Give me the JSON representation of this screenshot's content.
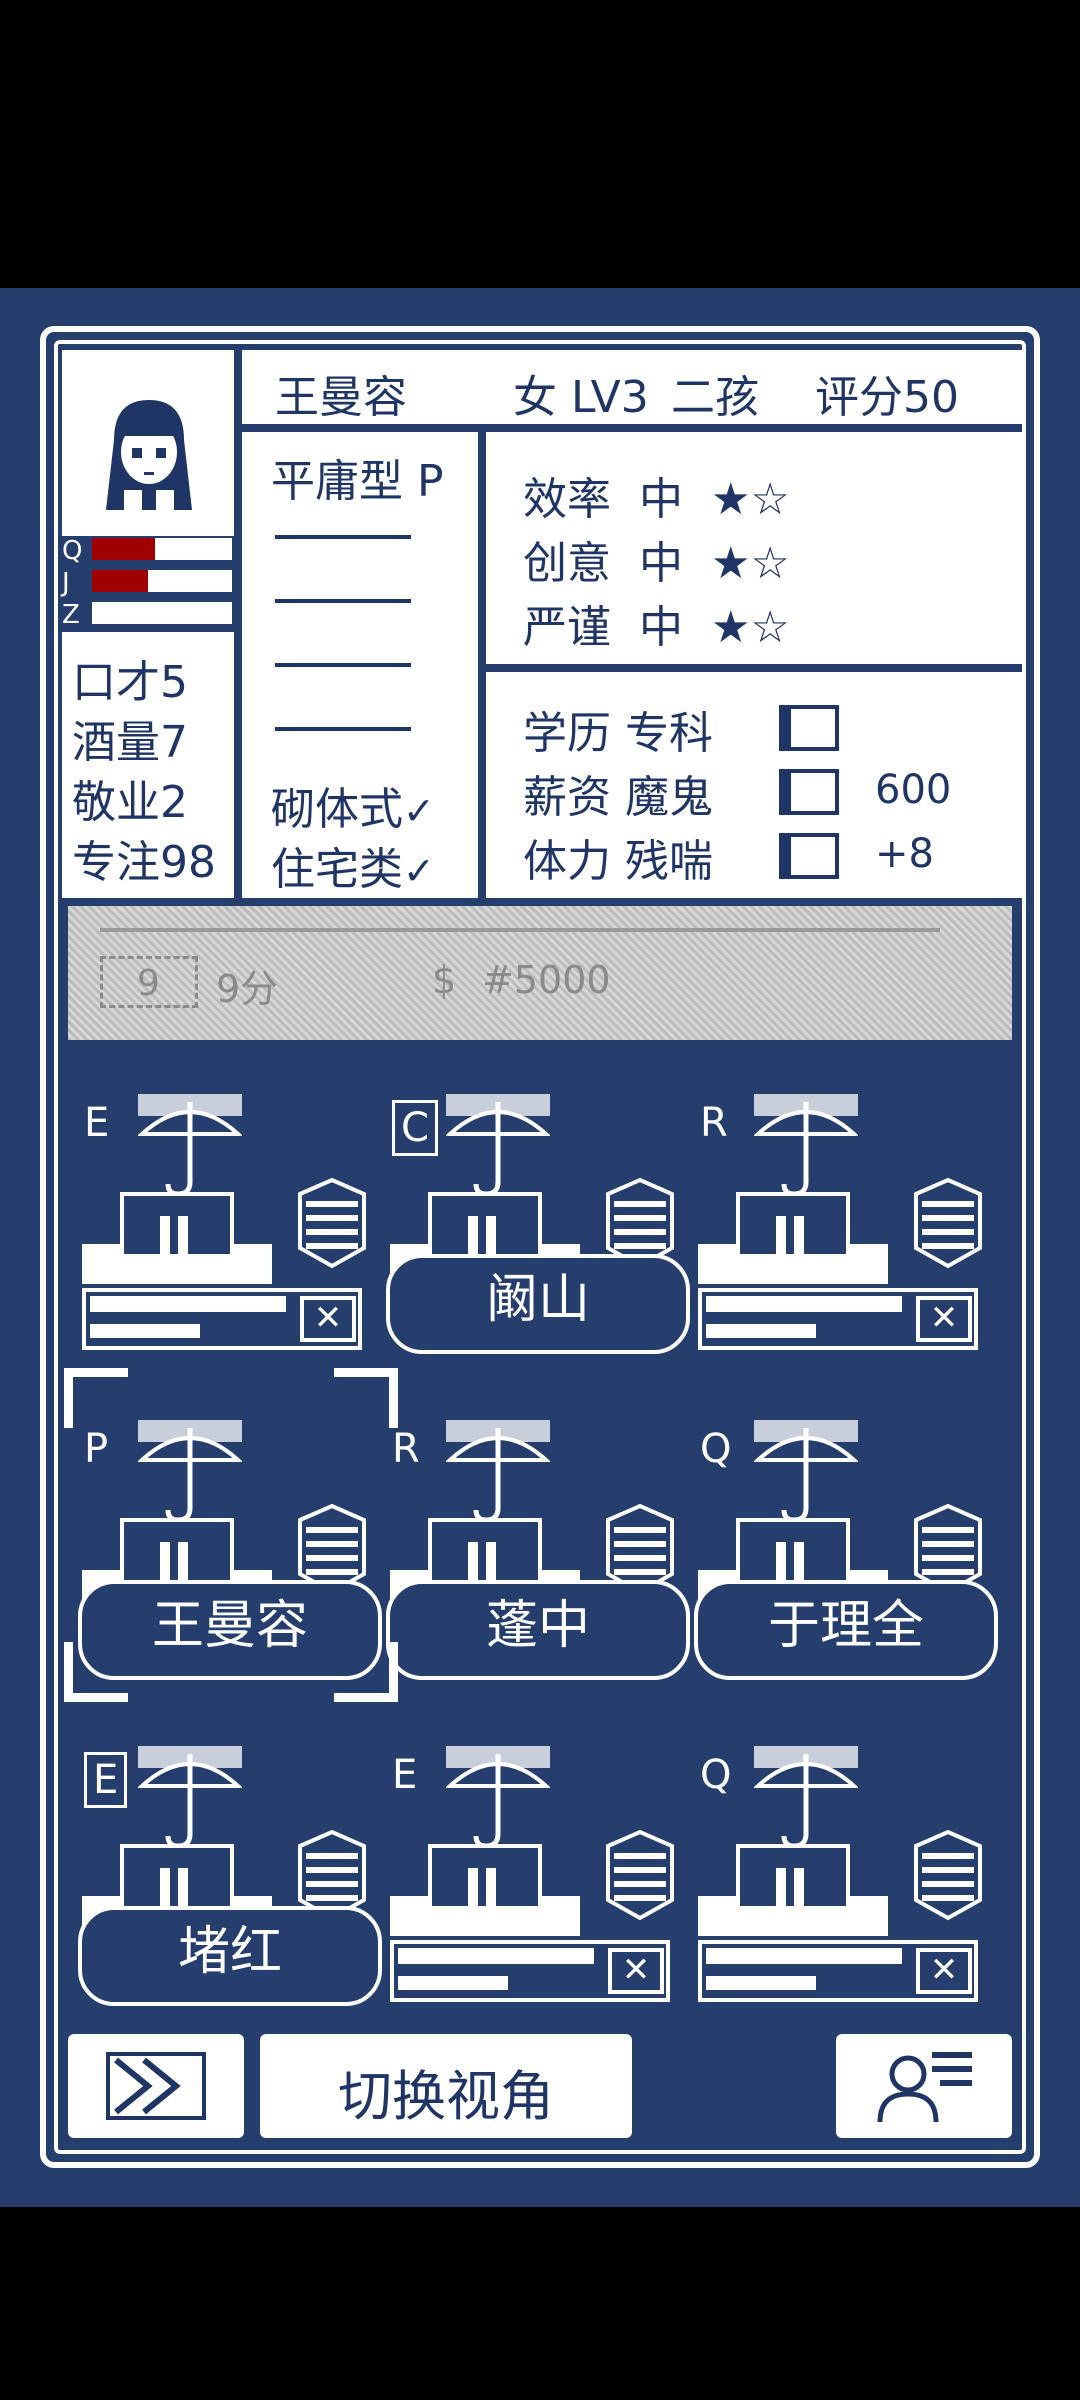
{
  "profile": {
    "name": "王曼容",
    "gender_level": "女 LV3",
    "title": "二孩",
    "score": "评分50",
    "type": "平庸型 P",
    "traits_checked": [
      "砌体式",
      "住宅类"
    ],
    "bars": [
      {
        "label": "Q",
        "fill": 0.45
      },
      {
        "label": "J",
        "fill": 0.4
      },
      {
        "label": "Z",
        "fill": 0.0
      }
    ],
    "skills": [
      "口才5",
      "酒量7",
      "敬业2",
      "专注98"
    ],
    "ratings": [
      {
        "label": "效率",
        "level": "中",
        "stars": 1,
        "max_stars": 2
      },
      {
        "label": "创意",
        "level": "中",
        "stars": 1,
        "max_stars": 2
      },
      {
        "label": "严谨",
        "level": "中",
        "stars": 1,
        "max_stars": 2
      }
    ],
    "details": [
      {
        "label": "学历",
        "value": "专科",
        "extra": ""
      },
      {
        "label": "薪资",
        "value": "魔鬼",
        "extra": "600"
      },
      {
        "label": "体力",
        "value": "残喘",
        "extra": "+8"
      }
    ]
  },
  "status_band": {
    "day": "9",
    "time": "9分",
    "money": "#5000"
  },
  "desks": [
    {
      "grade": "E",
      "boxed": false,
      "occupant": ""
    },
    {
      "grade": "C",
      "boxed": true,
      "occupant": "阚山"
    },
    {
      "grade": "R",
      "boxed": false,
      "occupant": ""
    },
    {
      "grade": "P",
      "boxed": false,
      "occupant": "王曼容"
    },
    {
      "grade": "R",
      "boxed": false,
      "occupant": "蓬中"
    },
    {
      "grade": "Q",
      "boxed": false,
      "occupant": "于理全"
    },
    {
      "grade": "E",
      "boxed": true,
      "occupant": "堵红"
    },
    {
      "grade": "E",
      "boxed": false,
      "occupant": ""
    },
    {
      "grade": "Q",
      "boxed": false,
      "occupant": ""
    }
  ],
  "buttons": {
    "fast_forward_icon": "fast-forward-icon",
    "switch_view_label": "切换视角",
    "staff_icon": "staff-profile-icon"
  },
  "colors": {
    "background": "#253e6d",
    "panel": "#ffffff",
    "text": "#1f3566",
    "bar_red": "#a10000"
  }
}
